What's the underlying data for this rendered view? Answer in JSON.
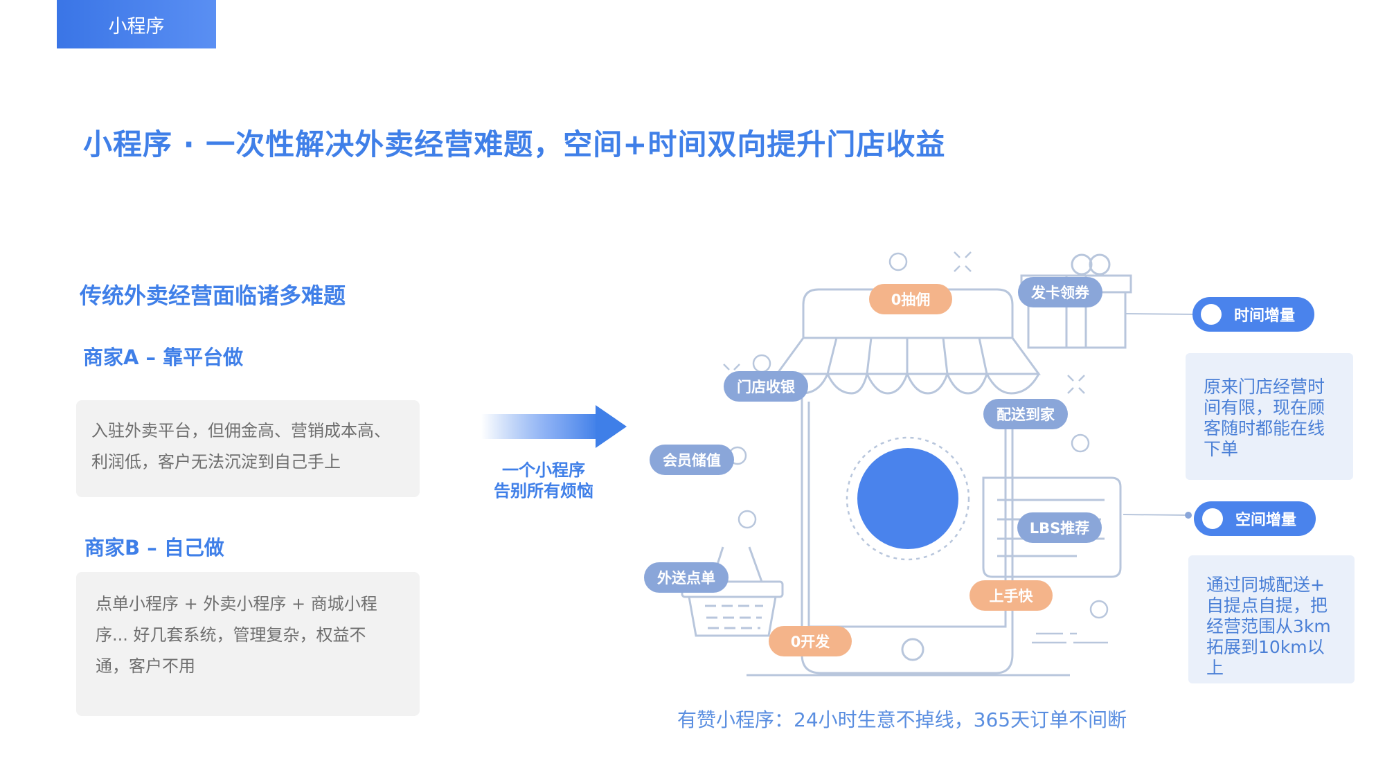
{
  "header": {
    "tab_label": "小程序"
  },
  "title": "小程序 · 一次性解决外卖经营难题，空间+时间双向提升门店收益",
  "left": {
    "heading": "传统外卖经营面临诸多难题",
    "merchant_a": {
      "label": "商家A – 靠平台做",
      "lines": [
        "入驻外卖平台，但佣金高、营销成本高、",
        "利润低，客户无法沉淀到自己手上"
      ]
    },
    "merchant_b": {
      "label": "商家B  – 自己做",
      "lines": [
        "点单小程序 + 外卖小程序 + 商城小程",
        "序... 好几套系统，管理复杂，权益不",
        "通，客户不用"
      ]
    }
  },
  "arrow": {
    "caption_lines": [
      "一个小程序",
      "告别所有烦恼"
    ]
  },
  "store_tags": {
    "zero_commission": "0抽佣",
    "cards_coupons": "发卡领券",
    "store_checkout": "门店收银",
    "home_delivery": "配送到家",
    "member_stored_value": "会员储值",
    "lbs_recommend": "LBS推荐",
    "delivery_order": "外送点单",
    "easy_start": "上手快",
    "zero_dev": "0开发"
  },
  "time_increment": {
    "label": "时间增量",
    "lines": [
      "原来门店经营时",
      "间有限，现在顾",
      "客随时都能在线",
      "下单"
    ]
  },
  "space_increment": {
    "label": "空间增量",
    "lines": [
      "通过同城配送+",
      "自提点自提，把",
      "经营范围从3km",
      "拓展到10km以上"
    ]
  },
  "bottom_caption": "有赞小程序：24小时生意不掉线，365天订单不间断",
  "colors": {
    "brand_blue": "#3f7fe8",
    "pill_blue": "#8aa6d9",
    "pill_orange": "#f4b48a",
    "line_gray": "#b8c6dc",
    "card_bg": "#eaf0fa",
    "box_bg": "#f2f2f2"
  }
}
